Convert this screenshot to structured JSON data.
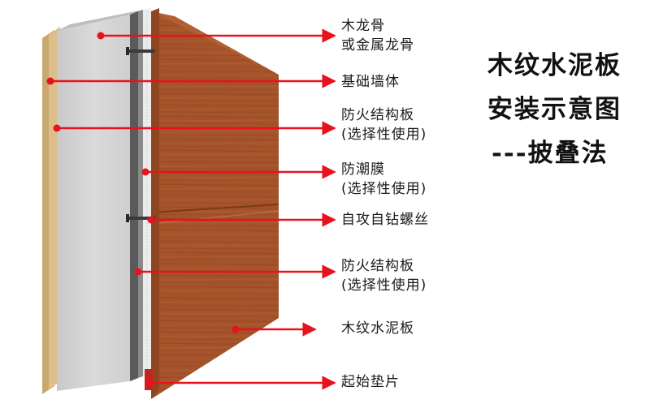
{
  "title": {
    "line1": "木纹水泥板",
    "line2": "安装示意图",
    "line3": "---披叠法"
  },
  "labels": {
    "keel": [
      "木龙骨",
      "或金属龙骨"
    ],
    "base_wall": [
      "基础墙体"
    ],
    "fire_board_1": [
      "防火结构板",
      "(选择性使用)"
    ],
    "membrane": [
      "防潮膜",
      "(选择性使用)"
    ],
    "screw": [
      "自攻自钻螺丝"
    ],
    "fire_board_2": [
      "防火结构板",
      "(选择性使用)"
    ],
    "cement_board": [
      "木纹水泥板"
    ],
    "shim": [
      "起始垫片"
    ]
  },
  "colors": {
    "arrow": "#e8121c",
    "cement_board": "#a4532a",
    "base_wall": "#d4d4d4",
    "keel": "#d2b27a",
    "membrane": "#ececec",
    "shim": "#c4241c"
  }
}
